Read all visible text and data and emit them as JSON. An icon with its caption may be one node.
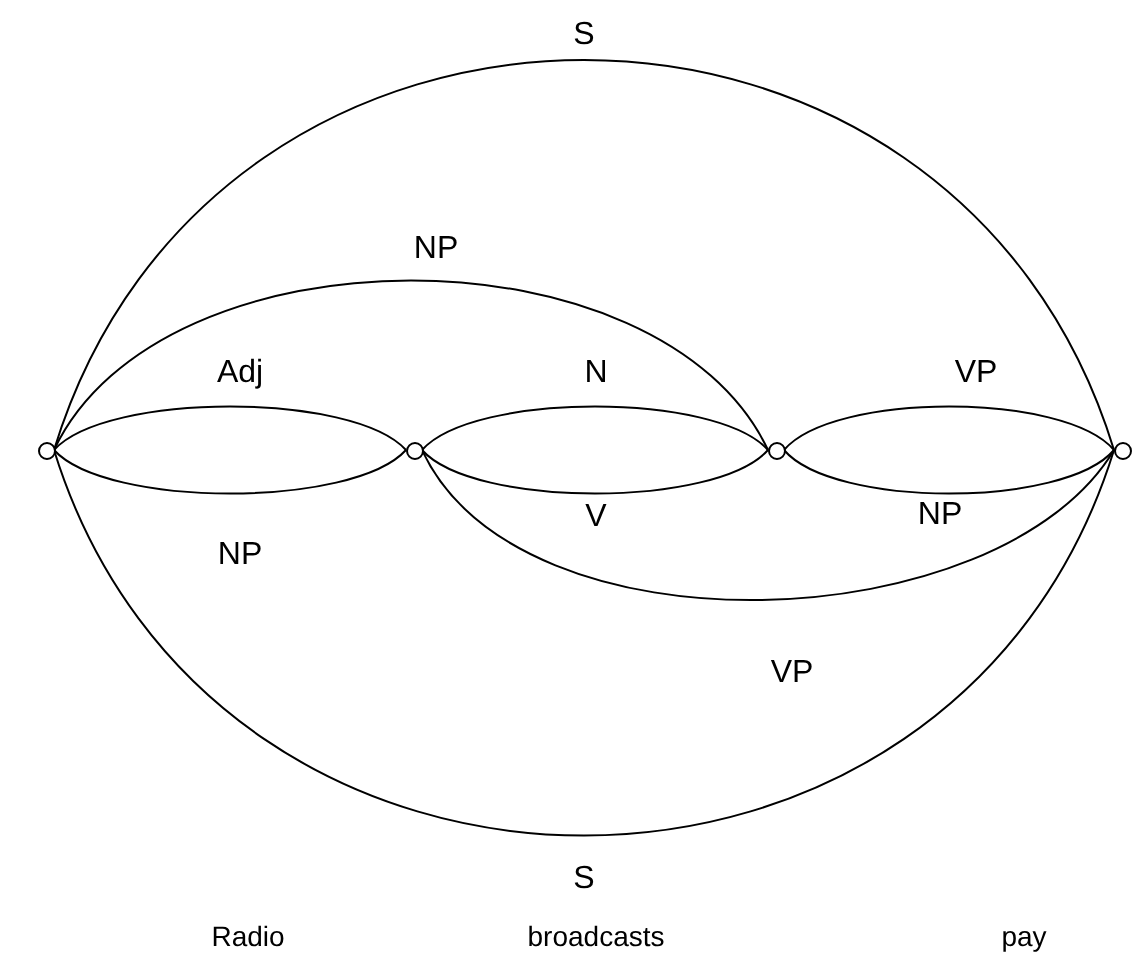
{
  "diagram": {
    "nodes": [
      {
        "text": [],
        "shape": "circle"
      },
      {
        "text": [],
        "shape": "circle"
      },
      {
        "text": [],
        "shape": "circle"
      },
      {
        "text": [],
        "shape": "circle"
      }
    ],
    "edges": [
      {
        "from": 0,
        "to": 3,
        "arrow": "none",
        "label": "S"
      },
      {
        "from": 0,
        "to": 2,
        "arrow": "none",
        "label": "NP"
      },
      {
        "from": 0,
        "to": 1,
        "arrow": "none",
        "label": "Adj"
      },
      {
        "from": 1,
        "to": 2,
        "arrow": "none",
        "label": "N"
      },
      {
        "from": 2,
        "to": 3,
        "arrow": "none",
        "label": "VP"
      },
      {
        "from": 0,
        "to": 1,
        "arrow": "none",
        "label": "NP"
      },
      {
        "from": 1,
        "to": 2,
        "arrow": "none",
        "label": "V"
      },
      {
        "from": 2,
        "to": 3,
        "arrow": "none",
        "label": "NP"
      },
      {
        "from": 1,
        "to": 3,
        "arrow": "none",
        "label": "VP"
      },
      {
        "from": 0,
        "to": 3,
        "arrow": "none",
        "label": "S"
      }
    ],
    "labels": [
      "Radio",
      "broadcasts",
      "pay"
    ]
  }
}
